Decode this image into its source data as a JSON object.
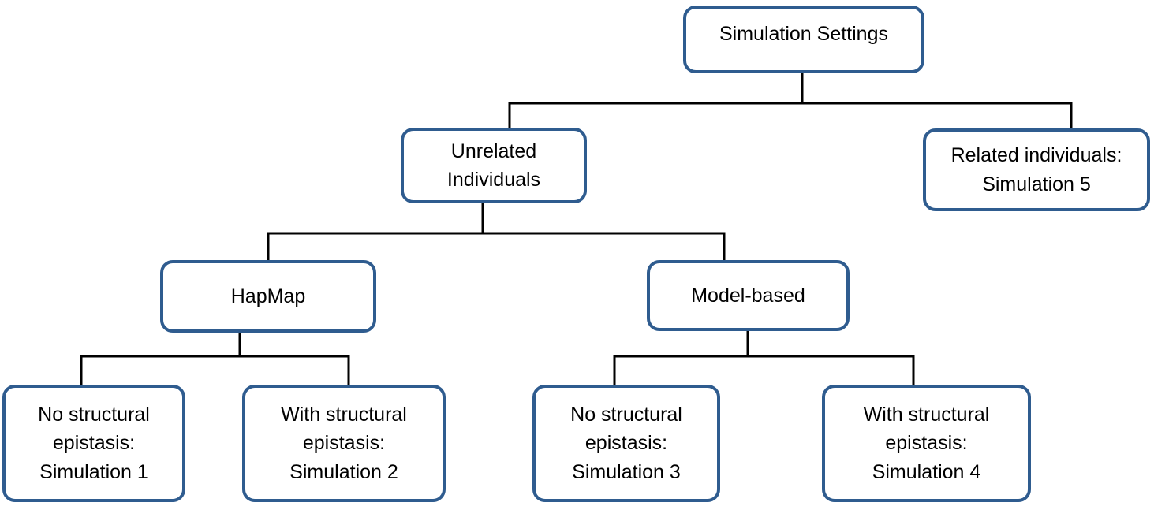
{
  "diagram": {
    "type": "tree-flowchart",
    "nodes": {
      "root": {
        "label": "Simulation Settings"
      },
      "unrelated": {
        "label": "Unrelated\nIndividuals"
      },
      "related": {
        "label": "Related individuals:\nSimulation 5"
      },
      "hapmap": {
        "label": "HapMap"
      },
      "model": {
        "label": "Model-based"
      },
      "sim1": {
        "label": "No structural\nepistasis:\nSimulation 1"
      },
      "sim2": {
        "label": "With structural\nepistasis:\nSimulation 2"
      },
      "sim3": {
        "label": "No structural\nepistasis:\nSimulation 3"
      },
      "sim4": {
        "label": "With structural\nepistasis:\nSimulation 4"
      }
    },
    "edges": [
      {
        "from": "root",
        "to": "unrelated"
      },
      {
        "from": "root",
        "to": "related"
      },
      {
        "from": "unrelated",
        "to": "hapmap"
      },
      {
        "from": "unrelated",
        "to": "model"
      },
      {
        "from": "hapmap",
        "to": "sim1"
      },
      {
        "from": "hapmap",
        "to": "sim2"
      },
      {
        "from": "model",
        "to": "sim3"
      },
      {
        "from": "model",
        "to": "sim4"
      }
    ]
  },
  "colors": {
    "node_border": "#2f5c8f",
    "connector": "#000000",
    "text": "#000000",
    "background": "#ffffff"
  }
}
